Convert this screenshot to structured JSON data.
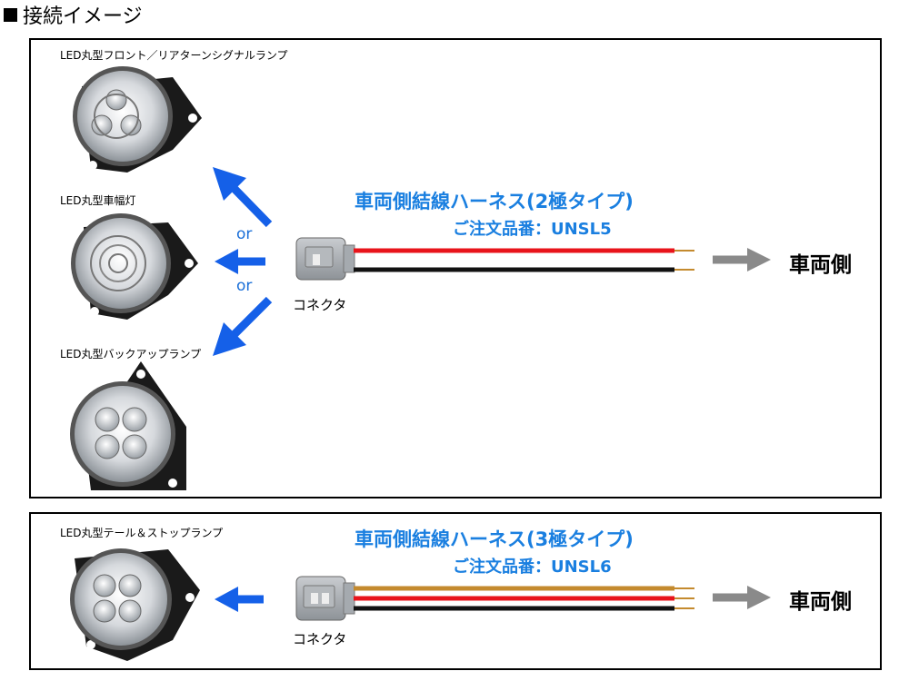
{
  "heading": "接続イメージ",
  "panel1": {
    "lamps": [
      "LED丸型フロント／リアターンシグナルランプ",
      "LED丸型車幅灯",
      "LED丸型バックアップランプ"
    ],
    "or_labels": [
      "or",
      "or"
    ],
    "harness_title": "車両側結線ハーネス(2極タイプ)",
    "order_number": "ご注文品番：UNSL5",
    "connector_label": "コネクタ",
    "vehicle_side": "車両側",
    "wire_colors": [
      "#e8141b",
      "#111111"
    ]
  },
  "panel2": {
    "lamp": "LED丸型テール＆ストップランプ",
    "harness_title": "車両側結線ハーネス(3極タイプ)",
    "order_number": "ご注文品番：UNSL6",
    "connector_label": "コネクタ",
    "vehicle_side": "車両側",
    "wire_colors": [
      "#c48a2e",
      "#e8141b",
      "#111111"
    ]
  },
  "colors": {
    "arrow_blue": "#1560e8",
    "arrow_gray": "#8a8a8a",
    "text_blue": "#1a7fe0"
  }
}
